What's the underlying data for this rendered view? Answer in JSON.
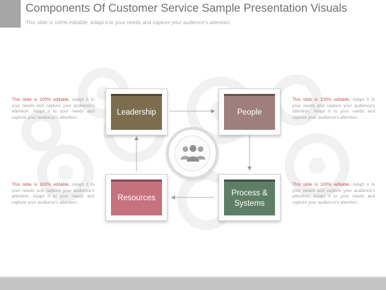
{
  "header": {
    "title": "Components Of Customer Service Sample Presentation Visuals",
    "subtitle": "This slide is 100% editable. Adapt it to your needs and capture your audience's attention."
  },
  "nodes": {
    "leadership": "Leadership",
    "people": "People",
    "resources": "Resources",
    "process_line1": "Process &",
    "process_line2": "Systems"
  },
  "center": {
    "icon": "people-group-icon"
  },
  "notes": {
    "highlight": "This slide is 100% editable.",
    "body": " Adapt it to your needs and capture your audience's attention. Adapt it to your needs and capture your audience's attention."
  },
  "colors": {
    "leadership": "#7a6e4f",
    "people": "#9e7f7b",
    "resources": "#c5727e",
    "process": "#5e7f66",
    "note_highlight": "#c0504d"
  }
}
